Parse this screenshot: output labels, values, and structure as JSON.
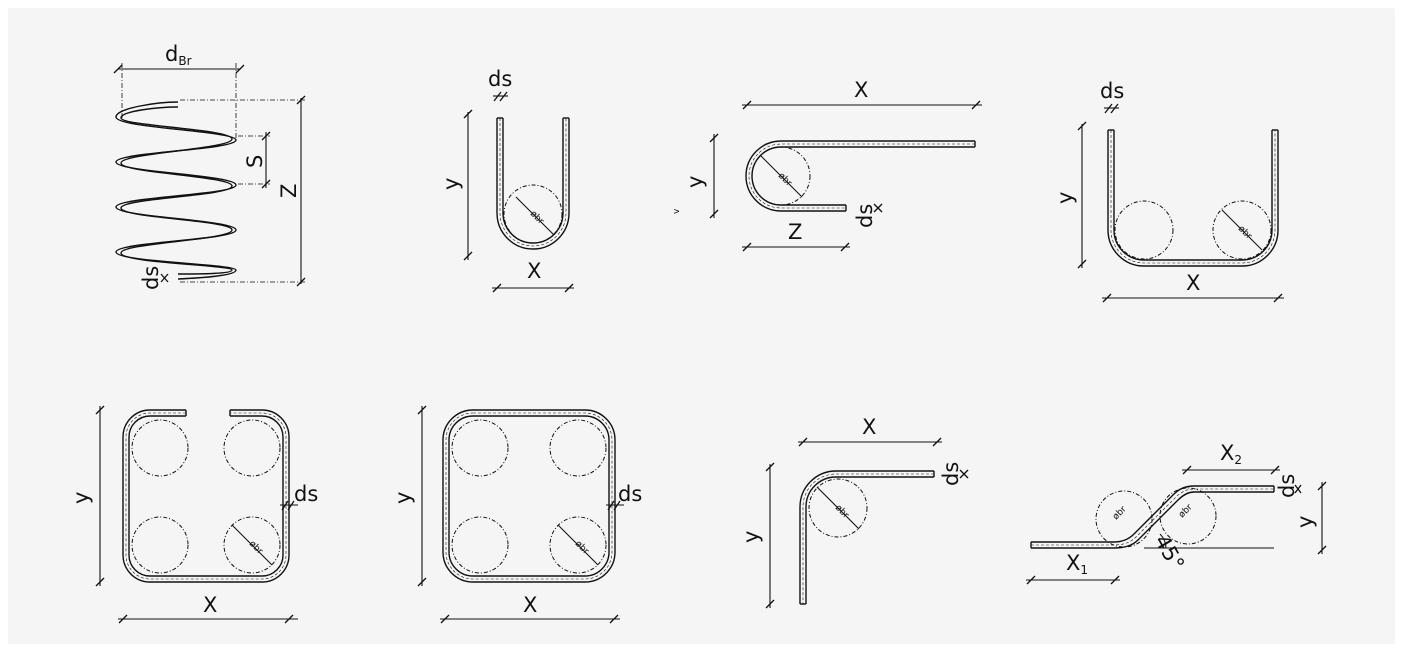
{
  "shapes": [
    {
      "name": "spiral",
      "labels": {
        "d": "d",
        "d_sub": "Br",
        "s": "S",
        "z": "Z",
        "ds": "ds"
      }
    },
    {
      "name": "u-bar",
      "labels": {
        "ds": "ds",
        "y": "y",
        "x": "X",
        "br": "øbr"
      }
    },
    {
      "name": "hook-bar",
      "labels": {
        "x": "X",
        "y": "y",
        "z": "Z",
        "ds": "ds",
        "br": "øbr",
        "v": "v"
      }
    },
    {
      "name": "wide-u-bar",
      "labels": {
        "ds": "ds",
        "y": "y",
        "x": "X",
        "br": "øbr"
      }
    },
    {
      "name": "open-stirrup",
      "labels": {
        "y": "y",
        "x": "X",
        "ds": "ds",
        "br": "øbr"
      }
    },
    {
      "name": "closed-stirrup",
      "labels": {
        "y": "y",
        "x": "X",
        "ds": "ds",
        "br": "øbr"
      }
    },
    {
      "name": "l-bar",
      "labels": {
        "x": "X",
        "y": "y",
        "ds": "ds",
        "br": "øbr"
      }
    },
    {
      "name": "cranked-bar",
      "labels": {
        "x1": "X",
        "x1_sub": "1",
        "x2": "X",
        "x2_sub": "2",
        "y": "y",
        "ds": "ds",
        "angle": "45°",
        "br": "øbr"
      }
    }
  ]
}
